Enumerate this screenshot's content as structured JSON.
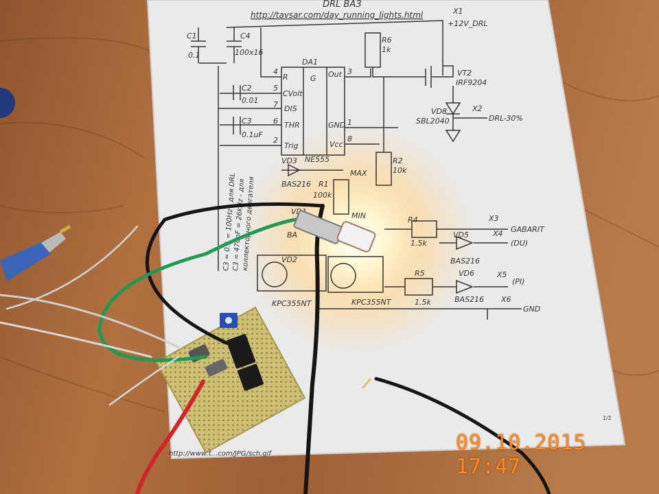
{
  "photo": {
    "timestamp": "09.10.2015 17:47",
    "paper": {
      "title": "DRL ВАЗ",
      "url": "http://tavsar.com/day_running_lights.html",
      "footer_url": "http://www.t...com/JPG/sch.gif",
      "page": "1/1",
      "chip_label": "DA1",
      "chip_part": "NE555",
      "chip_pins": [
        "R",
        "CVolt",
        "DIS",
        "THR",
        "Trig",
        "G",
        "Out",
        "GND",
        "Vcc"
      ],
      "pin_numbers": [
        "4",
        "5",
        "7",
        "6",
        "2",
        "3",
        "1",
        "8"
      ],
      "components": {
        "c1": "C1",
        "c1_val": "0.1",
        "c4": "C4",
        "c4_val": "100x16",
        "c2": "C2",
        "c2_val": "0.01",
        "c3": "C3",
        "c3_val": "0.1uF",
        "r6": "R6",
        "r6_val": "1k",
        "r2": "R2",
        "r2_val": "10k",
        "r1": "R1",
        "r1_val": "100k",
        "r1_max": "MAX",
        "r1_min": "MIN",
        "r4": "R4",
        "r4_val": "1.5k",
        "r5": "R5",
        "r5_val": "1.5k",
        "vt2": "VT2",
        "vt2_part": "IRF9204",
        "vd8": "VD8",
        "vd8_part": "SBL2040",
        "vd3": "VD3",
        "vd3_part": "BAS216",
        "vd1": "VD1",
        "vd1_part": "BA",
        "vd5": "VD5",
        "vd5_part": "BAS216",
        "vd6": "VD6",
        "vd6_part": "BAS216",
        "vd2": "VD2",
        "opto1": "KPC355NT",
        "opto2": "KPC355NT"
      },
      "connectors": {
        "x1": "X1",
        "x1_label": "+12V_DRL",
        "x2": "X2",
        "x2_label": "DRL-30%",
        "x3": "X3",
        "x3_label": "GABARIT",
        "x4": "X4",
        "x4_label": "(DU)",
        "x5": "X5",
        "x5_label": "(PI)",
        "x6": "X6",
        "x6_label": "GND"
      },
      "side_note_1": "C3 = 0.1 = 100Hz - для DRL",
      "side_note_2": "C3 = 470pF = 26kHz - для",
      "side_note_3": "коллекторного двигателя"
    },
    "colors": {
      "table": "#a8673a",
      "paper": "#e9eaea",
      "lamp_glow": "#fff3c4",
      "pcb": "#cdbf74",
      "stamp": "#ff8a1e",
      "wire_green": "#1f9a55",
      "wire_red": "#d2242a",
      "wire_black": "#151515",
      "trimmer_blue": "#2a4fb3"
    }
  }
}
